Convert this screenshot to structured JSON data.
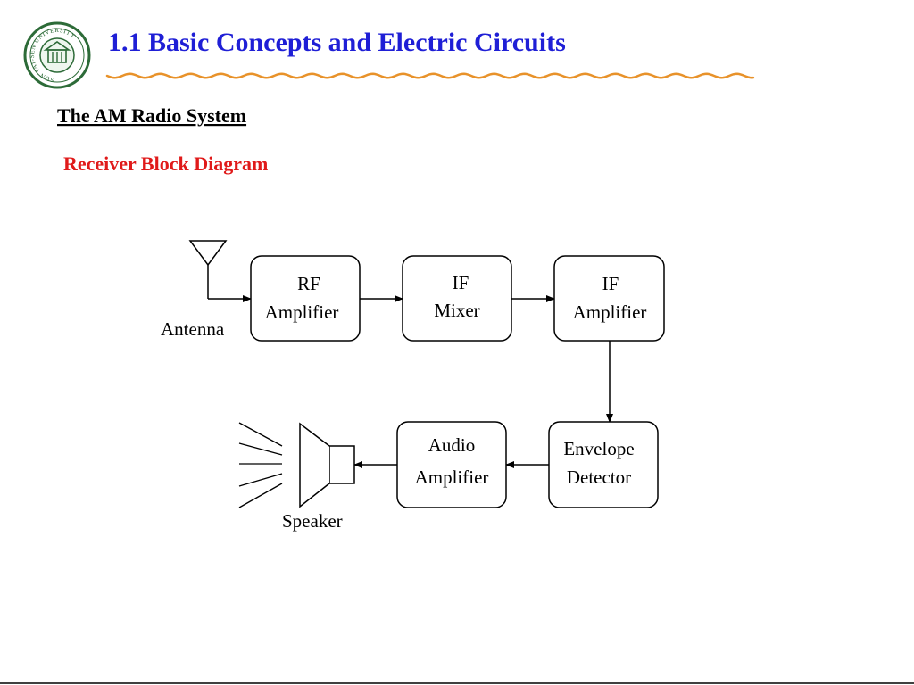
{
  "header": {
    "title": "1.1 Basic Concepts and Electric Circuits",
    "title_color": "#1f1fd6",
    "wave_color": "#e8922a",
    "logo": {
      "ring_text": "SUN YAT-SEN UNIVERSITY",
      "color": "#2d6b38"
    }
  },
  "sections": {
    "heading": "The AM Radio System",
    "subheading": "Receiver Block Diagram",
    "subheading_color": "#e01a1a"
  },
  "diagram": {
    "blocks": [
      {
        "id": "rf-amplifier",
        "lines": [
          "RF",
          "Amplifier"
        ]
      },
      {
        "id": "if-mixer",
        "lines": [
          "IF",
          "Mixer"
        ]
      },
      {
        "id": "if-amplifier",
        "lines": [
          "IF",
          "Amplifier"
        ]
      },
      {
        "id": "envelope-detector",
        "lines": [
          "Envelope",
          "Detector"
        ]
      },
      {
        "id": "audio-amplifier",
        "lines": [
          "Audio",
          "Amplifier"
        ]
      }
    ],
    "labels": {
      "antenna": "Antenna",
      "speaker": "Speaker"
    }
  }
}
